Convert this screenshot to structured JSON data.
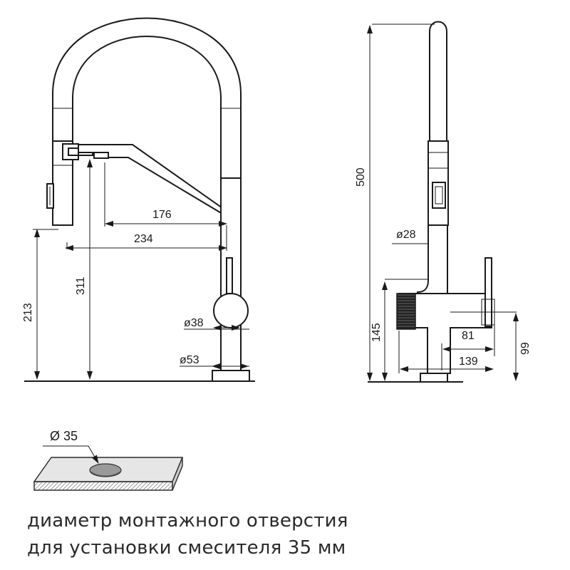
{
  "front_view": {
    "dims": {
      "reach_inner": "176",
      "reach_outer": "234",
      "height_spout": "311",
      "height_handle": "213",
      "diam_body": "ø38",
      "diam_base": "ø53"
    }
  },
  "side_view": {
    "dims": {
      "height_total": "500",
      "diam_hose": "ø28",
      "height_body": "145",
      "depth_front": "81",
      "depth_total": "139",
      "height_lever": "99"
    }
  },
  "mount_detail": {
    "hole_label": "Ø 35"
  },
  "caption": {
    "line1": "диаметр монтажного отверстия",
    "line2": "для установки смесителя 35 мм"
  }
}
